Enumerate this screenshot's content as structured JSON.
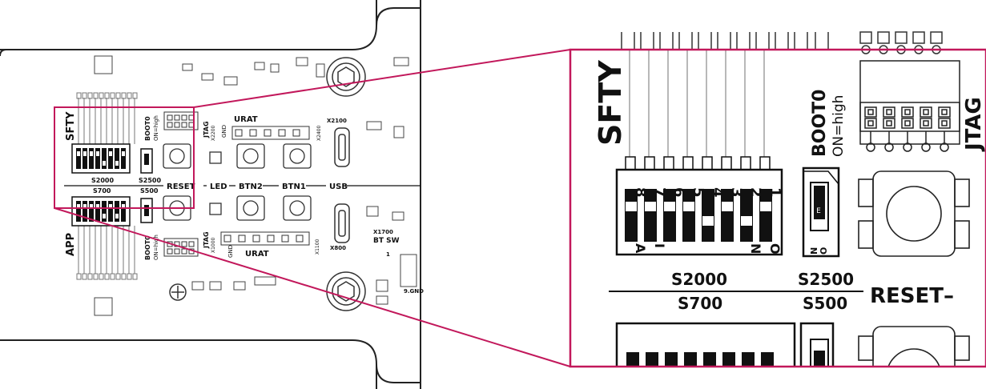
{
  "colors": {
    "highlight": "#c2185b",
    "ink": "#111111",
    "trace": "#9a9a9a"
  },
  "board": {
    "label_sfty": "SFTY",
    "label_app": "APP",
    "boot0": "BOOT0",
    "on_high": "ON=high",
    "jtag": "JTAG",
    "urat": "URAT",
    "gnd": "GND",
    "s2000": "S2000",
    "s2500": "S2500",
    "s700": "S700",
    "s500": "S500",
    "bus_labels": {
      "reset": "RESET",
      "led": "LED",
      "btn2": "BTN2",
      "btn1": "BTN1",
      "usb": "USB"
    },
    "x2100": "X2100",
    "x2200": "X2200",
    "x2400": "X2400",
    "x1000": "X1000",
    "x1100": "X1100",
    "x1700": "X1700",
    "x800": "X800",
    "bt_sw": "BT SW",
    "gnd9": "9.GND",
    "one": "1"
  },
  "zoom": {
    "sfty": "SFTY",
    "boot0": "BOOT0",
    "on_high": "ON=high",
    "jtag": "JTAG",
    "dip_numbers": [
      "8",
      "7",
      "6",
      "5",
      "4",
      "3",
      "2",
      "1"
    ],
    "dip_states": [
      "off",
      "off",
      "off",
      "off",
      "on",
      "off",
      "on",
      "off"
    ],
    "a_label": "A",
    "i_label": "I",
    "n_label": "N",
    "o_label": "O",
    "s2000": "S2000",
    "s2500": "S2500",
    "s700": "S700",
    "s500": "S500",
    "reset": "RESET–"
  }
}
